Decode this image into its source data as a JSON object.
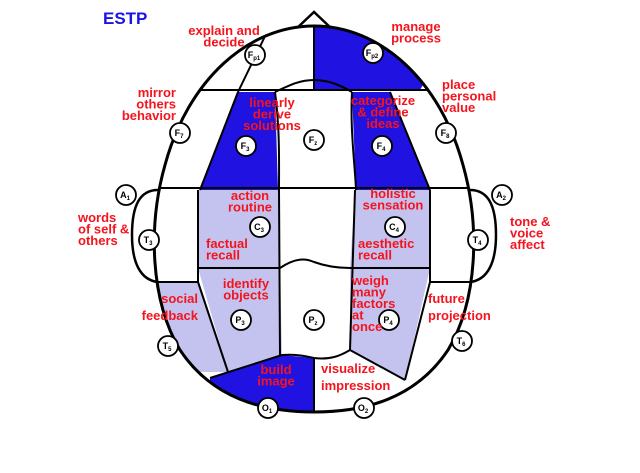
{
  "title": "ESTP",
  "colors": {
    "title": "#1a12e6",
    "label": "#f5141e",
    "strong": "#2012e0",
    "light": "#c4c2ee",
    "white": "#ffffff",
    "line": "#000000"
  },
  "regions": [
    {
      "id": "fp2",
      "shade": "strong"
    },
    {
      "id": "f3",
      "shade": "strong"
    },
    {
      "id": "f4",
      "shade": "strong"
    },
    {
      "id": "c3",
      "shade": "light"
    },
    {
      "id": "c4",
      "shade": "light"
    },
    {
      "id": "p3",
      "shade": "light"
    },
    {
      "id": "p4",
      "shade": "light"
    },
    {
      "id": "t5",
      "shade": "light"
    },
    {
      "id": "o1",
      "shade": "strong"
    }
  ],
  "electrodes": [
    {
      "id": "fp1",
      "main": "F",
      "sub": "p1"
    },
    {
      "id": "fp2",
      "main": "F",
      "sub": "p2"
    },
    {
      "id": "f7",
      "main": "F",
      "sub": "7"
    },
    {
      "id": "f3",
      "main": "F",
      "sub": "3"
    },
    {
      "id": "fz",
      "main": "F",
      "sub": "z"
    },
    {
      "id": "f4",
      "main": "F",
      "sub": "4"
    },
    {
      "id": "f8",
      "main": "F",
      "sub": "8"
    },
    {
      "id": "a1",
      "main": "A",
      "sub": "1"
    },
    {
      "id": "a2",
      "main": "A",
      "sub": "2"
    },
    {
      "id": "t3",
      "main": "T",
      "sub": "3"
    },
    {
      "id": "c3",
      "main": "C",
      "sub": "3"
    },
    {
      "id": "c4",
      "main": "C",
      "sub": "4"
    },
    {
      "id": "t4",
      "main": "T",
      "sub": "4"
    },
    {
      "id": "t5",
      "main": "T",
      "sub": "5"
    },
    {
      "id": "p3",
      "main": "P",
      "sub": "3"
    },
    {
      "id": "pz",
      "main": "P",
      "sub": "z"
    },
    {
      "id": "p4",
      "main": "P",
      "sub": "4"
    },
    {
      "id": "t6",
      "main": "T",
      "sub": "6"
    },
    {
      "id": "o1",
      "main": "O",
      "sub": "1"
    },
    {
      "id": "o2",
      "main": "O",
      "sub": "2"
    }
  ],
  "functions": [
    {
      "id": "fp1",
      "lines": [
        "explain and",
        "decide"
      ]
    },
    {
      "id": "fp2",
      "lines": [
        "manage",
        "process"
      ]
    },
    {
      "id": "f7",
      "lines": [
        "mirror",
        "others",
        "behavior"
      ]
    },
    {
      "id": "f8",
      "lines": [
        "place",
        "personal",
        "value"
      ]
    },
    {
      "id": "f3",
      "lines": [
        "linearly",
        "derive",
        "solutions"
      ]
    },
    {
      "id": "f4",
      "lines": [
        "categorize",
        "& define",
        "ideas"
      ]
    },
    {
      "id": "c3a",
      "lines": [
        "action",
        "routine"
      ]
    },
    {
      "id": "c3b",
      "lines": [
        "factual",
        "recall"
      ]
    },
    {
      "id": "c4a",
      "lines": [
        "holistic",
        "sensation"
      ]
    },
    {
      "id": "c4b",
      "lines": [
        "aesthetic",
        "recall"
      ]
    },
    {
      "id": "t3",
      "lines": [
        "words",
        "of self &",
        "others"
      ]
    },
    {
      "id": "t4",
      "lines": [
        "tone &",
        "voice",
        "affect"
      ]
    },
    {
      "id": "p3",
      "lines": [
        "identify",
        "objects"
      ]
    },
    {
      "id": "p4",
      "lines": [
        "weigh",
        "many",
        "factors",
        "at",
        "once"
      ]
    },
    {
      "id": "t5",
      "lines": [
        "social",
        "feedback"
      ]
    },
    {
      "id": "t6",
      "lines": [
        "future",
        "projection"
      ]
    },
    {
      "id": "o1",
      "lines": [
        "build",
        "image"
      ]
    },
    {
      "id": "o2",
      "lines": [
        "visualize",
        "impression"
      ]
    }
  ]
}
